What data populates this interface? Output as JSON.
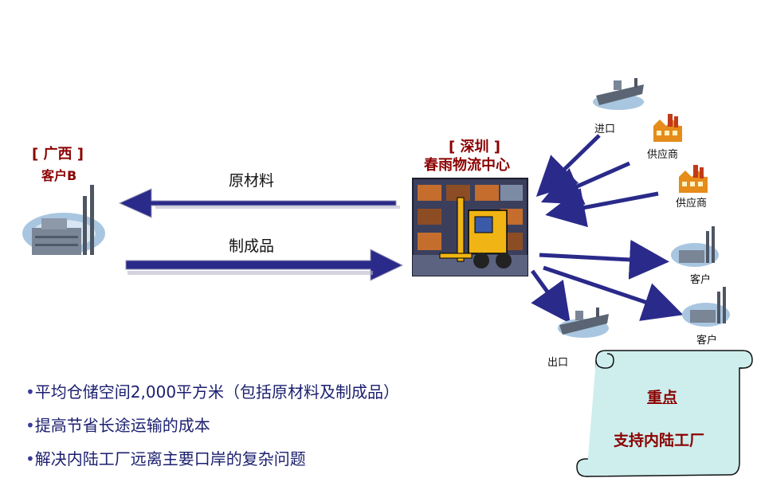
{
  "left_location": {
    "region": "[ 广西 ]",
    "client": "客户B"
  },
  "center_location": {
    "region": "[ 深圳 ]",
    "name": "春雨物流中心"
  },
  "arrows": {
    "top_label": "原材料",
    "bottom_label": "制成品"
  },
  "nodes": {
    "import": "进口",
    "supplier_1": "供应商",
    "supplier_2": "供应商",
    "client_1": "客户",
    "client_2": "客户",
    "export": "出口"
  },
  "bullets": [
    "平均仓储空间2,000平方米（包括原材料及制成品）",
    "提高节省长途运输的成本",
    "解决内陆工厂远离主要口岸的复杂问题"
  ],
  "bullet_marker": "•",
  "scroll": {
    "title": "重点",
    "body": "支持内陆工厂"
  },
  "colors": {
    "arrow": "#2a2a8a",
    "red_text": "#8b0000",
    "scroll_fill": "#cdeeed"
  }
}
